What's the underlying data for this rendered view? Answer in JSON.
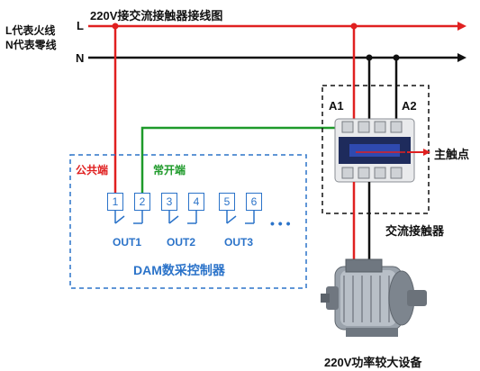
{
  "title": "220V接交流接触器接线图",
  "legend": {
    "line1": "L代表火线",
    "line2": "N代表零线"
  },
  "bus": {
    "l_label": "L",
    "n_label": "N"
  },
  "module": {
    "title": "DAM数采控制器",
    "common_label": "公共端",
    "no_label": "常开端",
    "terminals": [
      "1",
      "2",
      "3",
      "4",
      "5",
      "6"
    ],
    "outputs": [
      "OUT1",
      "OUT2",
      "OUT3"
    ],
    "more": "• • •"
  },
  "contactor": {
    "a1": "A1",
    "a2": "A2",
    "main_contact": "主触点",
    "name": "交流接触器"
  },
  "motor": {
    "label": "220V功率较大设备"
  },
  "colors": {
    "live": "#e02020",
    "neutral": "#111111",
    "signal": "#1e9a2a",
    "module": "#2b73c9"
  }
}
